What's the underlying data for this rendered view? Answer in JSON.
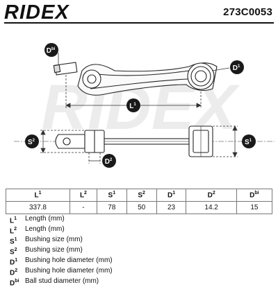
{
  "header": {
    "brand": "RIDEX",
    "part_number": "273C0053"
  },
  "diagram": {
    "labels": {
      "dbi": {
        "base": "D",
        "sup": "bi"
      },
      "d1": {
        "base": "D",
        "sup": "1"
      },
      "l1": {
        "base": "L",
        "sup": "1"
      },
      "s2": {
        "base": "S",
        "sup": "2"
      },
      "s1": {
        "base": "S",
        "sup": "1"
      },
      "d2": {
        "base": "D",
        "sup": "2"
      }
    },
    "watermark": "RIDEX"
  },
  "specs": {
    "headers": [
      {
        "base": "L",
        "sup": "1"
      },
      {
        "base": "L",
        "sup": "2"
      },
      {
        "base": "S",
        "sup": "1"
      },
      {
        "base": "S",
        "sup": "2"
      },
      {
        "base": "D",
        "sup": "1"
      },
      {
        "base": "D",
        "sup": "2"
      },
      {
        "base": "D",
        "sup": "bi"
      }
    ],
    "values": [
      "337.8",
      "-",
      "78",
      "50",
      "23",
      "14.2",
      "15"
    ]
  },
  "legend": [
    {
      "base": "L",
      "sup": "1",
      "desc": "Length (mm)"
    },
    {
      "base": "L",
      "sup": "2",
      "desc": "Length (mm)"
    },
    {
      "base": "S",
      "sup": "1",
      "desc": "Bushing size (mm)"
    },
    {
      "base": "S",
      "sup": "2",
      "desc": "Bushing size (mm)"
    },
    {
      "base": "D",
      "sup": "1",
      "desc": "Bushing hole diameter (mm)"
    },
    {
      "base": "D",
      "sup": "2",
      "desc": "Bushing hole diameter (mm)"
    },
    {
      "base": "D",
      "sup": "bi",
      "desc": "Ball stud diameter (mm)"
    }
  ],
  "colors": {
    "brand": "#111111",
    "watermark": "#ececec",
    "label_fill": "#1a1a1a",
    "label_text": "#ffffff"
  }
}
